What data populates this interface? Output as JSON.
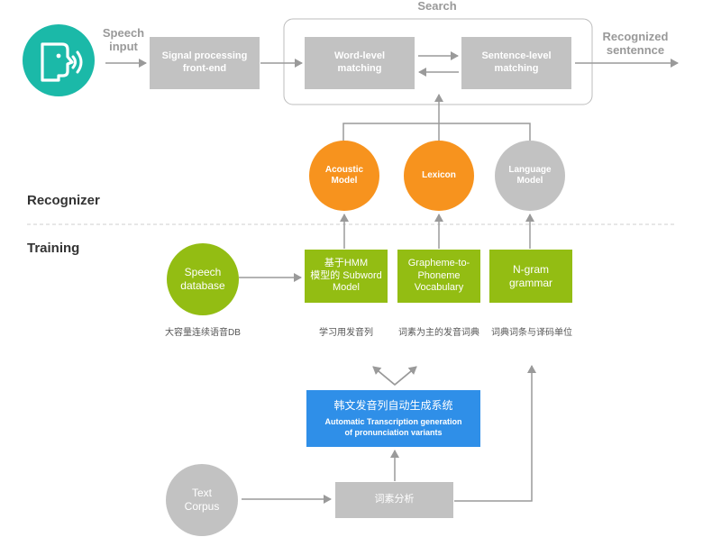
{
  "labels": {
    "speech_input": [
      "Speech",
      "input"
    ],
    "search": "Search",
    "recognized": [
      "Recognized",
      "sentennce"
    ]
  },
  "boxes": {
    "signal": [
      "Signal processing",
      "front-end"
    ],
    "word": [
      "Word-level",
      "matching"
    ],
    "sentence": [
      "Sentence-level",
      "matching"
    ],
    "hmm": [
      "基于HMM",
      "模型的 Subword",
      "Model"
    ],
    "g2p": [
      "Grapheme-to-",
      "Phoneme",
      "Vocabulary"
    ],
    "ngram": [
      "N-gram",
      "grammar"
    ],
    "atg_title": "韩文发音列自动生成系统",
    "atg_sub": [
      "Automatic Transcription generation",
      "of pronunciation variants"
    ],
    "morph": "词素分析"
  },
  "circles": {
    "acoustic": [
      "Acoustic",
      "Model"
    ],
    "lexicon": "Lexicon",
    "language": [
      "Language",
      "Model"
    ],
    "speech_db": [
      "Speech",
      "database"
    ],
    "text_corpus": [
      "Text",
      "Corpus"
    ]
  },
  "sections": {
    "recognizer": "Recognizer",
    "training": "Training"
  },
  "captions": {
    "db": "大容量连续语音DB",
    "learn": "学习用发音列",
    "vocab": "词素为主的发音词典",
    "grammar": "词典词条与译码单位"
  },
  "colors": {
    "gray": "#c2c2c2",
    "green": "#93bd13",
    "orange": "#f7931e",
    "teal": "#1bb9a8",
    "blue": "#2f8fe8",
    "arrow": "#9a9a9a"
  },
  "icons": {
    "speaker": "speaking-head-icon"
  }
}
